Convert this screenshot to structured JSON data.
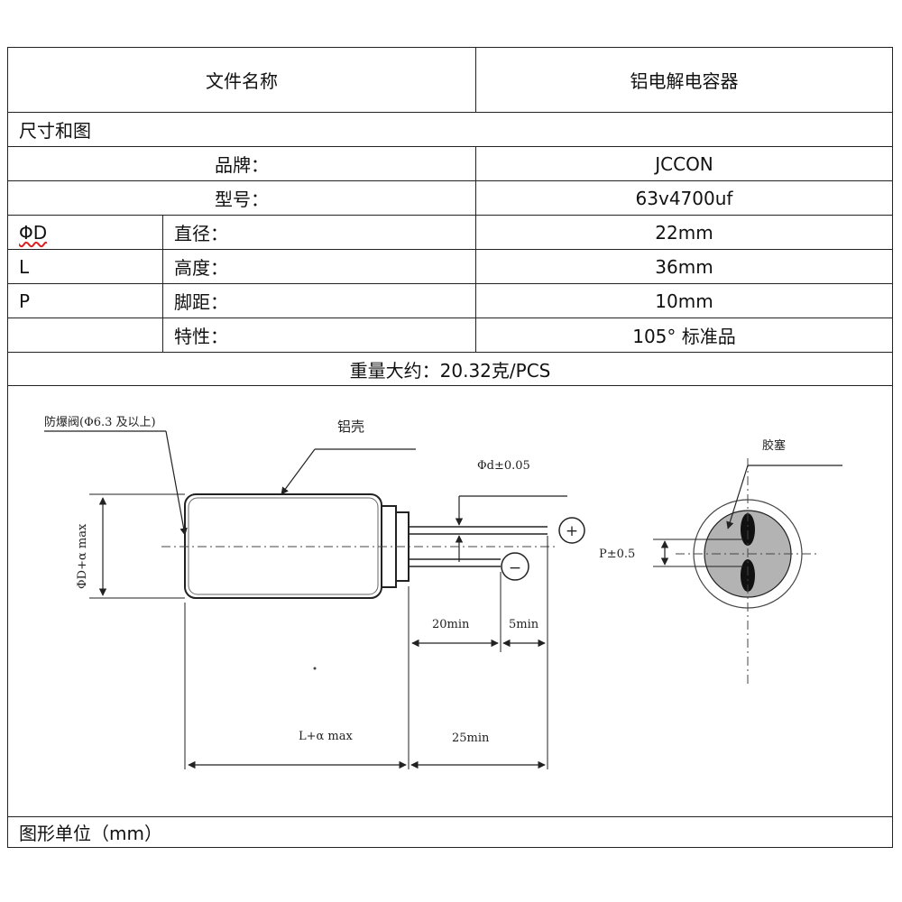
{
  "header": {
    "file_name_label": "文件名称",
    "file_name_value": "铝电解电容器"
  },
  "section_title": "尺寸和图",
  "specs": {
    "brand_label": "品牌：",
    "brand_value": "JCCON",
    "model_label": "型号：",
    "model_value": "63v4700uf",
    "rows": [
      {
        "symbol": "ΦD",
        "label": "直径：",
        "value": "22mm"
      },
      {
        "symbol": "L",
        "label": "高度：",
        "value": "36mm"
      },
      {
        "symbol": "P",
        "label": "脚距：",
        "value": "10mm"
      },
      {
        "symbol": "",
        "label": "特性：",
        "value": "105° 标准品"
      }
    ],
    "weight": "重量大约：20.32克/PCS"
  },
  "drawing": {
    "vent_label": "防爆阀(Φ6.3 及以上)",
    "shell_label": "铝壳",
    "lead_dia_label": "Φd±0.05",
    "diameter_label": "ΦD+α max",
    "plus_sign": "+",
    "minus_sign": "−",
    "lead_20_label": "20min",
    "lead_5_label": "5min",
    "length_label": "L+α max",
    "lead_25_label": "25min",
    "rubber_label": "胶塞",
    "pitch_label": "P±0.5"
  },
  "footer": "图形单位（mm）",
  "colors": {
    "border": "#222222",
    "rubber_fill": "#b3b3b3",
    "background": "#ffffff"
  }
}
